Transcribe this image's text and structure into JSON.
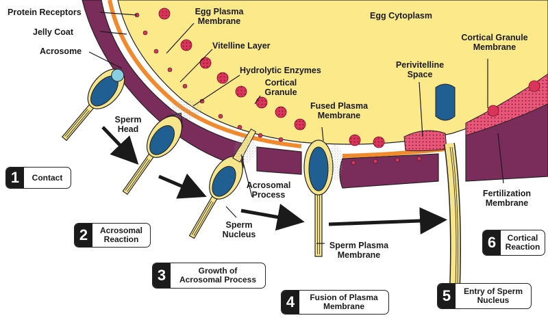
{
  "labels": {
    "protein_receptors": "Protein Receptors",
    "jelly_coat": "Jelly Coat",
    "acrosome": "Acrosome",
    "egg_plasma_membrane_1": "Egg Plasma",
    "egg_plasma_membrane_2": "Membrane",
    "egg_cytoplasm": "Egg Cytoplasm",
    "vitelline_layer": "Vitelline Layer",
    "hydrolytic_enzymes": "Hydrolytic Enzymes",
    "cortical_granule_1": "Cortical",
    "cortical_granule_2": "Granule",
    "sperm_head_1": "Sperm",
    "sperm_head_2": "Head",
    "fused_plasma_membrane_1": "Fused Plasma",
    "fused_plasma_membrane_2": "Membrane",
    "perivitelline_space_1": "Perivitelline",
    "perivitelline_space_2": "Space",
    "cortical_granule_membrane_1": "Cortical Granule",
    "cortical_granule_membrane_2": "Membrane",
    "acrosomal_process_1": "Acrosomal",
    "acrosomal_process_2": "Process",
    "sperm_nucleus_1": "Sperm",
    "sperm_nucleus_2": "Nucleus",
    "sperm_plasma_membrane_1": "Sperm Plasma",
    "sperm_plasma_membrane_2": "Membrane",
    "fertilization_membrane_1": "Fertilization",
    "fertilization_membrane_2": "Membrane"
  },
  "steps": [
    {
      "number": "1",
      "text": "Contact"
    },
    {
      "number": "2",
      "text": "Acrosomal\nReaction"
    },
    {
      "number": "3",
      "text": "Growth of\nAcrosomal Process"
    },
    {
      "number": "4",
      "text": "Fusion of Plasma\nMembrane"
    },
    {
      "number": "5",
      "text": "Entry of Sperm\nNucleus"
    },
    {
      "number": "6",
      "text": "Cortical\nReaction"
    }
  ],
  "colors": {
    "cytoplasm": "#fce98a",
    "jelly_coat": "#7a2d5a",
    "vitelline": "#f08a2c",
    "granule": "#d9345a",
    "sperm_body": "#f6e58a",
    "nucleus": "#1f5f92",
    "acrosome": "#86cfe0"
  }
}
